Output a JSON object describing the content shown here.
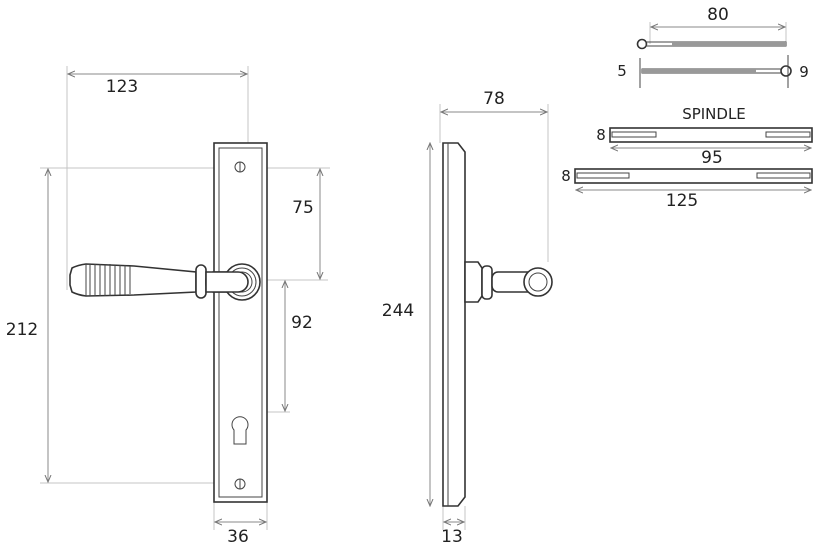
{
  "drawing": {
    "front_view": {
      "width_overall": "123",
      "fixing_centres": "212",
      "handle_to_top_fixing": "75",
      "handle_to_keyhole": "92",
      "plate_width": "36"
    },
    "side_view": {
      "projection": "78",
      "plate_height": "244",
      "plate_thickness": "13"
    },
    "screws": {
      "length": "80",
      "shank": "5",
      "head": "9"
    },
    "spindle": {
      "title": "SPINDLE",
      "short_length": "95",
      "short_size": "8",
      "long_length": "125",
      "long_size": "8"
    }
  }
}
